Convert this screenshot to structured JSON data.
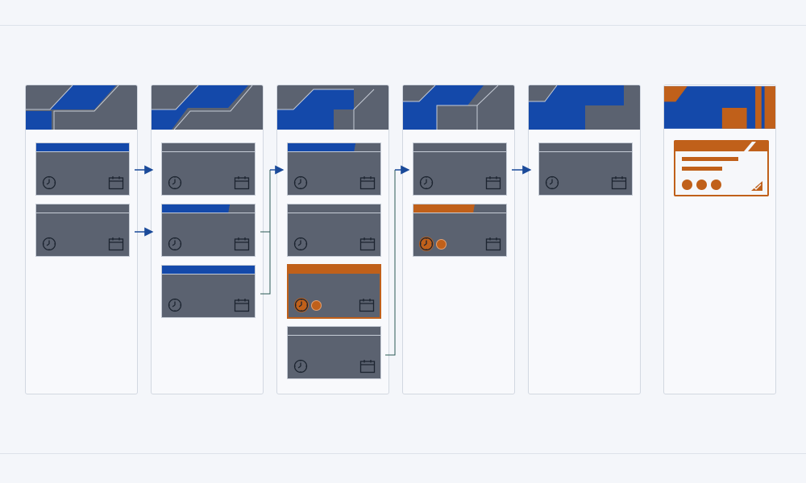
{
  "board": {
    "columns": [
      {
        "id": "col-1",
        "cards": 2
      },
      {
        "id": "col-2",
        "cards": 3
      },
      {
        "id": "col-3",
        "cards": 4
      },
      {
        "id": "col-4",
        "cards": 2
      },
      {
        "id": "col-5",
        "cards": 1
      },
      {
        "id": "col-6",
        "cards": 1
      }
    ]
  },
  "colors": {
    "background": "#f4f6fa",
    "blue": "#1449aa",
    "orange": "#c0601a",
    "card_gray": "#5b6270",
    "arrow": "#1a4a9a",
    "connector": "#2b5a55"
  },
  "icons": {
    "clock": "clock-icon",
    "calendar": "calendar-icon",
    "arrow": "arrow-right-icon",
    "check": "checkmark-icon"
  }
}
